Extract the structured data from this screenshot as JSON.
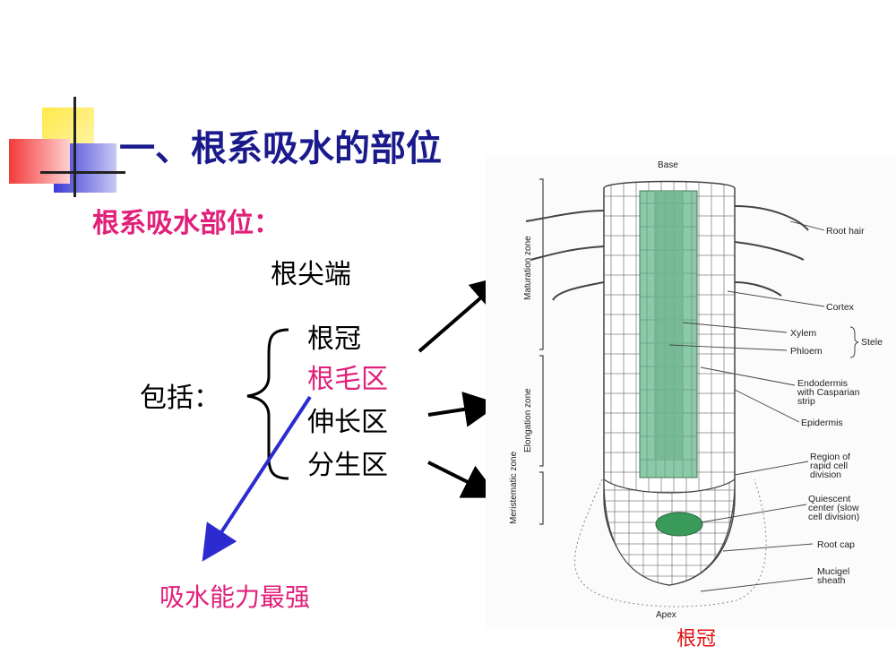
{
  "slide": {
    "title": "一、根系吸水的部位",
    "subtitle": "根系吸水部位：",
    "main_point": "根尖端",
    "include_label": "包括：",
    "parts": [
      "根冠",
      "根毛区",
      "伸长区",
      "分生区"
    ],
    "highlight_part_index": 1,
    "callout": "吸水能力最强",
    "figure_caption": "根冠"
  },
  "figure": {
    "top_label": "Base",
    "bottom_label": "Apex",
    "zones": [
      "Maturation zone",
      "Elongation zone",
      "Meristematic zone"
    ],
    "labels": [
      "Root hair",
      "Cortex",
      "Xylem",
      "Phloem",
      "Stele",
      "Endodermis",
      "with Casparian",
      "strip",
      "Epidermis",
      "Region of",
      "rapid cell",
      "division",
      "Quiescent",
      "center (slow",
      "cell division)",
      "Root cap",
      "Mucigel",
      "sheath"
    ]
  },
  "colors": {
    "title": "#1a1a8c",
    "accent_pink": "#e0207a",
    "arrow_blue": "#2b2bd0",
    "stele_green": "#8cc9a8",
    "quiescent_green": "#3a9a5a"
  }
}
